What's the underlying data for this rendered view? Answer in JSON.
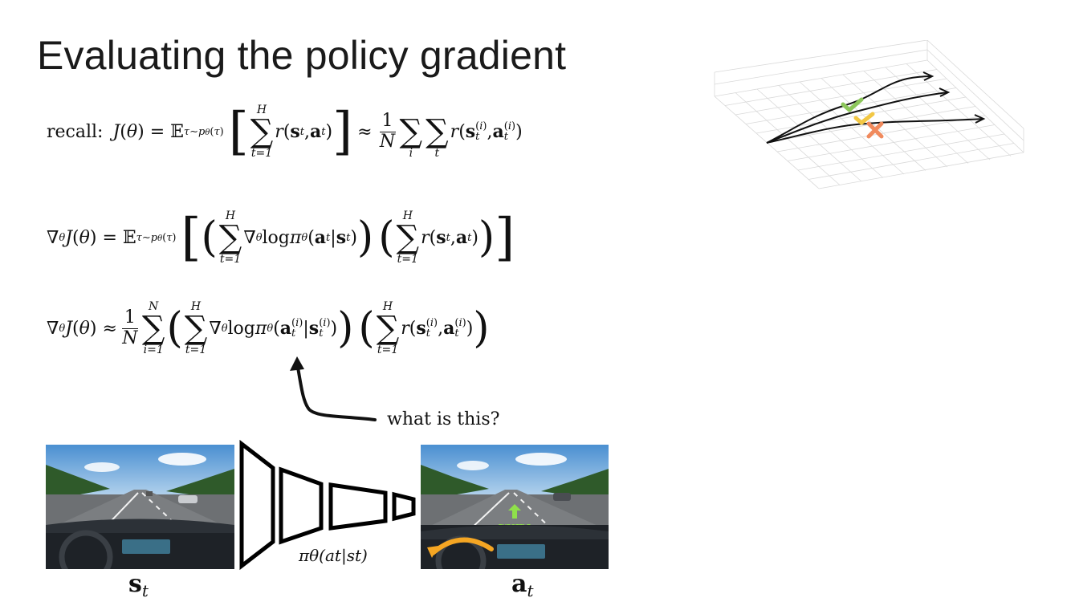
{
  "slide": {
    "title": "Evaluating the policy gradient",
    "eq1_prefix": "recall:",
    "annotation": "what is this?",
    "network_label": "πθ(at|st)",
    "state_label": "s",
    "state_sub": "t",
    "action_label": "a",
    "action_sub": "t",
    "throttle_text": "THROTTLE"
  },
  "colors": {
    "text": "#111111",
    "check_green": "#8cc65a",
    "check_yellow": "#f2c744",
    "cross_orange": "#f08a5d",
    "steering_orange": "#f5a623"
  },
  "icons": [
    "check-icon",
    "cross-icon",
    "curved-arrow-icon",
    "steering-arrow-icon",
    "throttle-arrow-icon"
  ]
}
